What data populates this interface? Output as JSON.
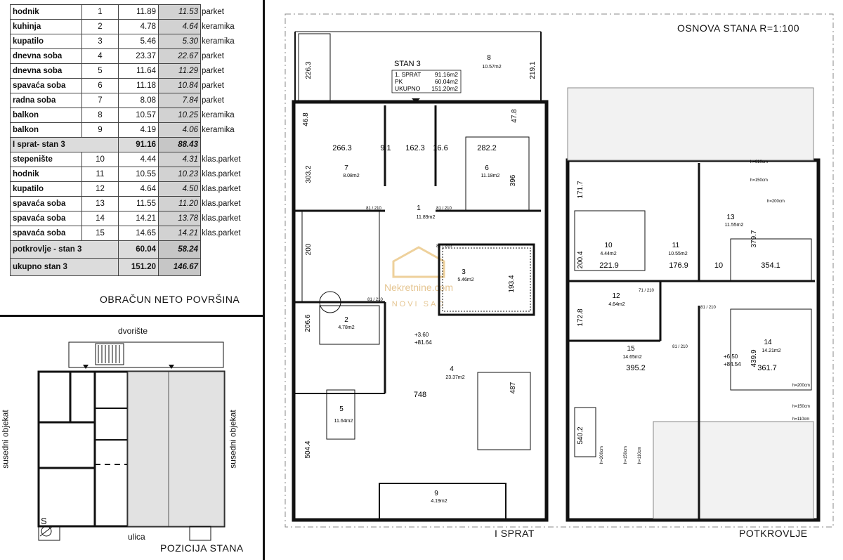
{
  "area_table": {
    "title": "OBRAČUN NETO POVRŠINA",
    "rows": [
      {
        "kind": "room",
        "name": "hodnik",
        "num": "1",
        "gross": "11.89",
        "net": "11.53",
        "floor": "parket"
      },
      {
        "kind": "room",
        "name": "kuhinja",
        "num": "2",
        "gross": "4.78",
        "net": "4.64",
        "floor": "keramika"
      },
      {
        "kind": "room",
        "name": "kupatilo",
        "num": "3",
        "gross": "5.46",
        "net": "5.30",
        "floor": "keramika"
      },
      {
        "kind": "room",
        "name": "dnevna soba",
        "num": "4",
        "gross": "23.37",
        "net": "22.67",
        "floor": "parket"
      },
      {
        "kind": "room",
        "name": "dnevna soba",
        "num": "5",
        "gross": "11.64",
        "net": "11.29",
        "floor": "parket"
      },
      {
        "kind": "room",
        "name": "spavaća soba",
        "num": "6",
        "gross": "11.18",
        "net": "10.84",
        "floor": "parket"
      },
      {
        "kind": "room",
        "name": "radna soba",
        "num": "7",
        "gross": "8.08",
        "net": "7.84",
        "floor": "parket"
      },
      {
        "kind": "room",
        "name": "balkon",
        "num": "8",
        "gross": "10.57",
        "net": "10.25",
        "floor": "keramika"
      },
      {
        "kind": "room",
        "name": "balkon",
        "num": "9",
        "gross": "4.19",
        "net": "4.06",
        "floor": "keramika"
      },
      {
        "kind": "sub",
        "name": "I sprat- stan 3",
        "gross": "91.16",
        "net": "88.43"
      },
      {
        "kind": "room",
        "name": "stepenište",
        "num": "10",
        "gross": "4.44",
        "net": "4.31",
        "floor": "klas.parket"
      },
      {
        "kind": "room",
        "name": "hodnik",
        "num": "11",
        "gross": "10.55",
        "net": "10.23",
        "floor": "klas.parket"
      },
      {
        "kind": "room",
        "name": "kupatilo",
        "num": "12",
        "gross": "4.64",
        "net": "4.50",
        "floor": "klas.parket"
      },
      {
        "kind": "room",
        "name": "spavaća soba",
        "num": "13",
        "gross": "11.55",
        "net": "11.20",
        "floor": "klas.parket"
      },
      {
        "kind": "room",
        "name": "spavaća soba",
        "num": "14",
        "gross": "14.21",
        "net": "13.78",
        "floor": "klas.parket"
      },
      {
        "kind": "room",
        "name": "spavaća soba",
        "num": "15",
        "gross": "14.65",
        "net": "14.21",
        "floor": "klas.parket"
      },
      {
        "kind": "sub",
        "name": "potkrovlje - stan 3",
        "gross": "60.04",
        "net": "58.24"
      },
      {
        "kind": "sub",
        "name": "ukupno stan 3",
        "gross": "151.20",
        "net": "146.67"
      }
    ]
  },
  "position": {
    "title": "POZICIJA STANA",
    "top_label": "dvorište",
    "bottom_label": "ulica",
    "left_label": "susedni objekat",
    "right_label": "susedni objekat",
    "north_label": "S"
  },
  "plan": {
    "title": "OSNOVA STANA  R=1:100",
    "floor1_label": "I SPRAT",
    "floor2_label": "POTKROVLJE",
    "summary": {
      "title": "STAN 3",
      "rows": [
        {
          "label": "1. SPRAT",
          "value": "91.16m2"
        },
        {
          "label": "PK",
          "value": "60.04m2"
        },
        {
          "label": "UKUPNO",
          "value": "151.20m2"
        }
      ]
    },
    "rooms": {
      "r1": {
        "num": "1",
        "area": "11.89m2"
      },
      "r2": {
        "num": "2",
        "area": "4.78m2"
      },
      "r3": {
        "num": "3",
        "area": "5.46m2"
      },
      "r4": {
        "num": "4",
        "area": "23.37m2"
      },
      "r5": {
        "num": "5",
        "area": "11.64m2"
      },
      "r6": {
        "num": "6",
        "area": "11.18m2"
      },
      "r7": {
        "num": "7",
        "area": "8.08m2"
      },
      "r8": {
        "num": "8",
        "area": "10.57m2"
      },
      "r9": {
        "num": "9",
        "area": "4.19m2"
      },
      "r10": {
        "num": "10",
        "area": "4.44m2"
      },
      "r11": {
        "num": "11",
        "area": "10.55m2"
      },
      "r12": {
        "num": "12",
        "area": "4.64m2"
      },
      "r13": {
        "num": "13",
        "area": "11.55m2"
      },
      "r14": {
        "num": "14",
        "area": "14.21m2"
      },
      "r15": {
        "num": "15",
        "area": "14.65m2"
      }
    },
    "dims": {
      "d1": "266.3",
      "d2": "9.1",
      "d3": "162.3",
      "d4": "16.6",
      "d5": "282.2",
      "d6": "303.2",
      "d7": "396",
      "d8": "200",
      "d9": "206.6",
      "d10": "193.4",
      "d11": "748",
      "d12": "487",
      "d13": "504.4",
      "d14": "226.3",
      "d15": "219.1",
      "d16": "46.8",
      "d17": "47.8",
      "d18": "171.7",
      "d19": "379.7",
      "d20": "200.4",
      "d21": "221.9",
      "d22": "176.9",
      "d23": "10",
      "d24": "354.1",
      "d25": "172.8",
      "d26": "395.2",
      "d27": "439.9",
      "d28": "361.7",
      "d29": "540.2"
    },
    "doors": {
      "dr1": "81 / 210",
      "dr2": "81 / 210",
      "dr3": "81 / 210",
      "dr4": "81 / 210",
      "dr5": "71 / 210",
      "dr6": "81 / 210",
      "dr7": "81 / 210"
    },
    "heights": {
      "h1": "h=610cm",
      "h2": "h=150cm",
      "h3": "h=200cm",
      "h4": "h=200cm",
      "h5": "h=150cm",
      "h6": "h=110cm",
      "h7": "h=200cm",
      "h8": "h=150cm",
      "h9": "h=110cm"
    },
    "levels": {
      "l1a": "+3.60",
      "l1b": "+81.64",
      "l2a": "+6.50",
      "l2b": "+84.54"
    },
    "watermark": {
      "line1": "Nekretnine.com",
      "line2": "NOVI SAD"
    }
  },
  "colors": {
    "wall": "#111111",
    "gray": "#bdbdbd",
    "watermark": "#e3b25a"
  }
}
